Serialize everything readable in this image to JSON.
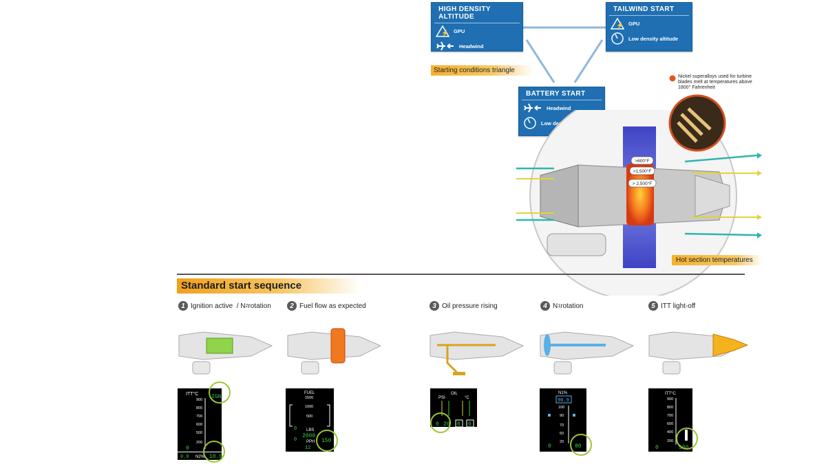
{
  "conditions": {
    "high_density": {
      "title": "HIGH DENSITY ALTITUDE",
      "row1": "GPU",
      "row2": "Headwind"
    },
    "tailwind": {
      "title": "TAILWIND START",
      "row1": "GPU",
      "row2": "Low density altitude"
    },
    "battery": {
      "title": "BATTERY START",
      "row1": "Headwind",
      "row2": "Low density altitude"
    },
    "triangle_label": "Starting conditions triangle"
  },
  "engine": {
    "note": "Nickel superalloys used for turbine blades melt at temperatures above 1800° Fahrenheit",
    "temps": [
      ">600°F",
      ">1,500°F",
      "> 2,500°F"
    ],
    "hot_label": "Hot section temperatures"
  },
  "sequence": {
    "title": "Standard start sequence",
    "steps": [
      {
        "num": "1",
        "label_a": "Ignition active",
        "label_b": "/ N",
        "sub": "2",
        "label_c": " rotation"
      },
      {
        "num": "2",
        "label": "Fuel flow as expected"
      },
      {
        "num": "3",
        "label": "Oil pressure rising"
      },
      {
        "num": "4",
        "label_a": "N",
        "sub": "1",
        "label_c": " rotation"
      },
      {
        "num": "5",
        "label": "ITT light-off"
      }
    ]
  },
  "displays": {
    "d1": {
      "title": "ITT°C",
      "ign": "IGN",
      "ticks": [
        "900",
        "800",
        "700",
        "600",
        "500",
        "200"
      ],
      "low": "0",
      "n2_label": "N2%",
      "bottom_left": "0.0",
      "value": "10.0"
    },
    "d2": {
      "title": "FUEL",
      "ticks": [
        "1500",
        "1000",
        "500"
      ],
      "lbs": "LBS",
      "zero": "0",
      "total": "2000",
      "pph": "PPH",
      "left": "12",
      "value": "150"
    },
    "d3": {
      "oil": "OIL",
      "psi": "PSI",
      "degc": "°C",
      "psi_val": "0",
      "psi_val2": "20",
      "c_val1": "0",
      "c_val2": "0"
    },
    "d4": {
      "title": "N1%",
      "box": "90.9",
      "ticks": [
        "100",
        "90",
        "70",
        "50",
        "20"
      ],
      "zero": "0",
      "value": "80"
    },
    "d5": {
      "title": "ITT°C",
      "ticks": [
        "900",
        "800",
        "700",
        "600",
        "400",
        "200"
      ],
      "zero": "0",
      "value": "500"
    }
  }
}
